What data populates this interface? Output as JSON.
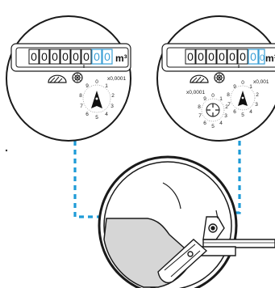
{
  "colors": {
    "outline": "#1a1a1a",
    "dashed_connector": "#1e9bd7",
    "digit_box_highlight": "#3a9fd6",
    "pointer": "#111111",
    "housing_fill": "#d6d6d6"
  },
  "meters": [
    {
      "digits": [
        "0",
        "0",
        "0",
        "0",
        "0",
        "0",
        "0",
        "0"
      ],
      "unit": "m³",
      "dials": [
        {
          "multiplier": "x0,0001",
          "numbers": [
            "0",
            "1",
            "2",
            "3",
            "4",
            "5",
            "6",
            "7",
            "8",
            "9"
          ]
        }
      ]
    },
    {
      "digits": [
        "0",
        "0",
        "0",
        "0",
        "0",
        "0",
        "0",
        "0"
      ],
      "unit": "m³",
      "dials": [
        {
          "multiplier": "x0,0001",
          "numbers": [
            "0",
            "1",
            "2",
            "3",
            "4",
            "5",
            "6",
            "7",
            "8",
            "9"
          ]
        },
        {
          "multiplier": "x0,001",
          "numbers": [
            "0",
            "1",
            "2",
            "3",
            "4",
            "5",
            "6",
            "7",
            "8",
            "9"
          ]
        }
      ]
    }
  ],
  "icons": [
    "flow-star-icon",
    "turbine-icon"
  ]
}
